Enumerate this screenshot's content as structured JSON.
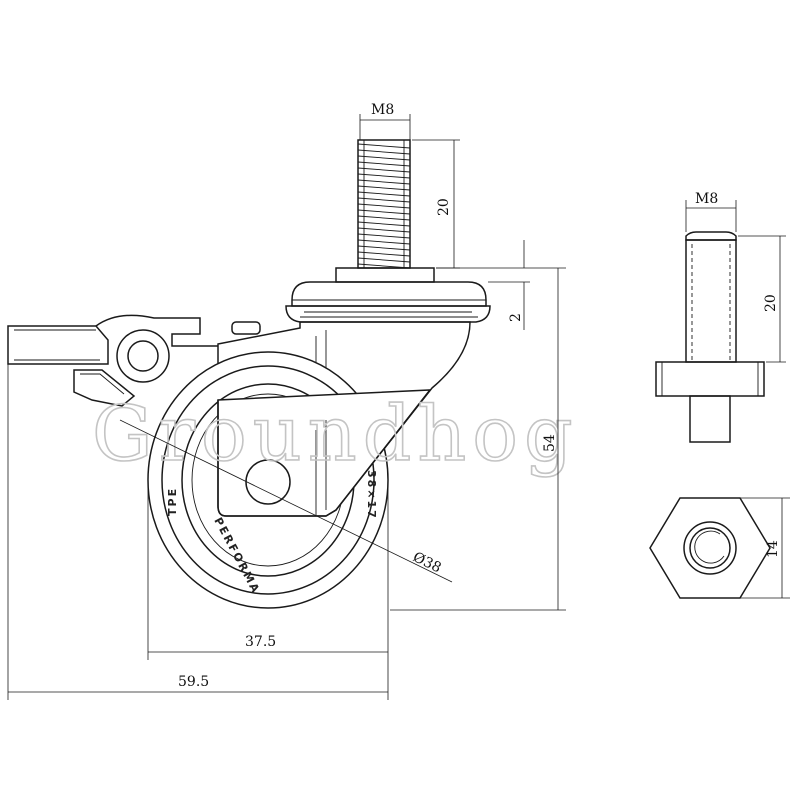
{
  "drawing": {
    "watermark": "Groundhog",
    "tire_texts": {
      "brand": "PERFORMA",
      "material": "TPE",
      "size": "38×17"
    },
    "dimensions": {
      "thread_main": "M8",
      "stem_length_main": "20",
      "plate_thickness": "2",
      "overall_height": "54",
      "wheel_diameter": "Ø38",
      "offset_width": "37.5",
      "overall_width": "59.5",
      "thread_side": "M8",
      "stem_length_side": "20",
      "hex_across_flats": "14"
    }
  }
}
